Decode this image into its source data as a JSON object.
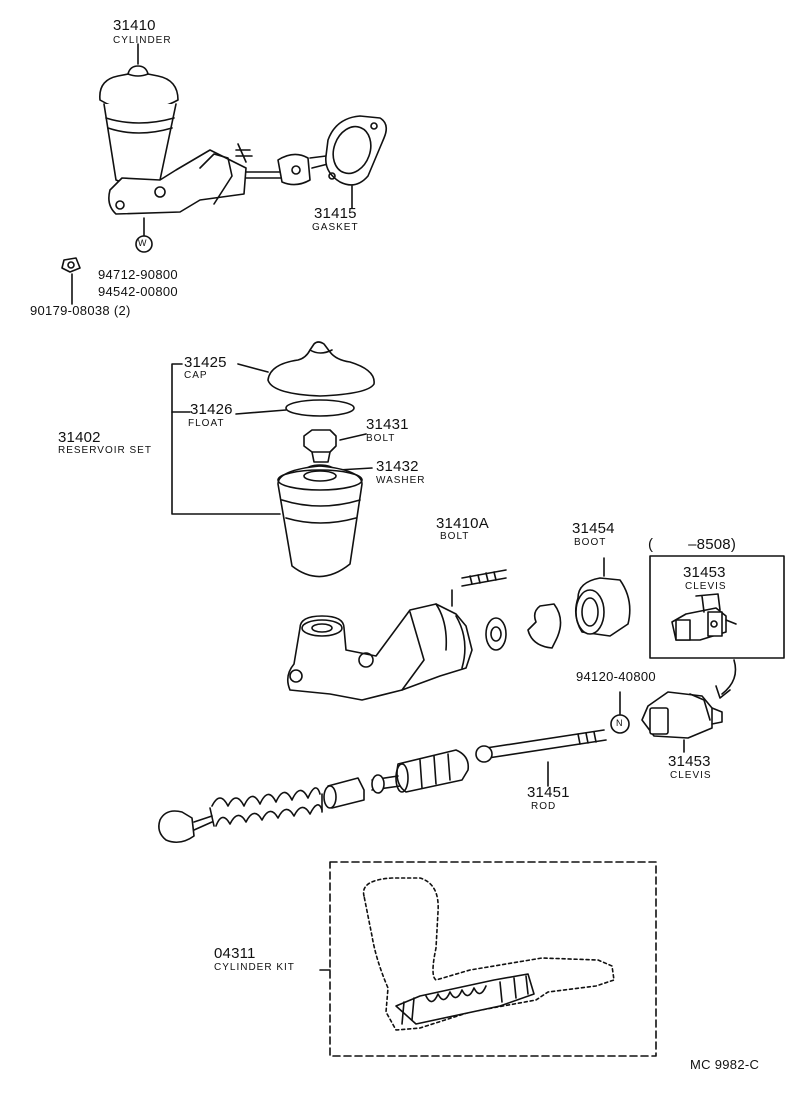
{
  "labels": {
    "cyl_num": "31410",
    "cyl_name": "CYLINDER",
    "gasket_num": "31415",
    "gasket_name": "GASKET",
    "washer_pn1": "94712-90800",
    "washer_pn2": "94542-00800",
    "nut_pn": "90179-08038 (2)",
    "cap_num": "31425",
    "cap_name": "CAP",
    "float_num": "31426",
    "float_name": "FLOAT",
    "res_num": "31402",
    "res_name": "RESERVOIR SET",
    "bolt_num": "31431",
    "bolt_name": "BOLT",
    "washer_num": "31432",
    "washer_name": "WASHER",
    "bolt2_num": "31410A",
    "bolt2_name": "BOLT",
    "boot_num": "31454",
    "boot_name": "BOOT",
    "date_range": "(        –8508)",
    "clevis1_num": "31453",
    "clevis1_name": "CLEVIS",
    "nut2_pn": "94120-40800",
    "clevis2_num": "31453",
    "clevis2_name": "CLEVIS",
    "rod_num": "31451",
    "rod_name": "ROD",
    "kit_num": "04311",
    "kit_name": "CYLINDER KIT",
    "diagram_id": "MC  9982-C",
    "marker_w": "W",
    "marker_n": "N"
  }
}
